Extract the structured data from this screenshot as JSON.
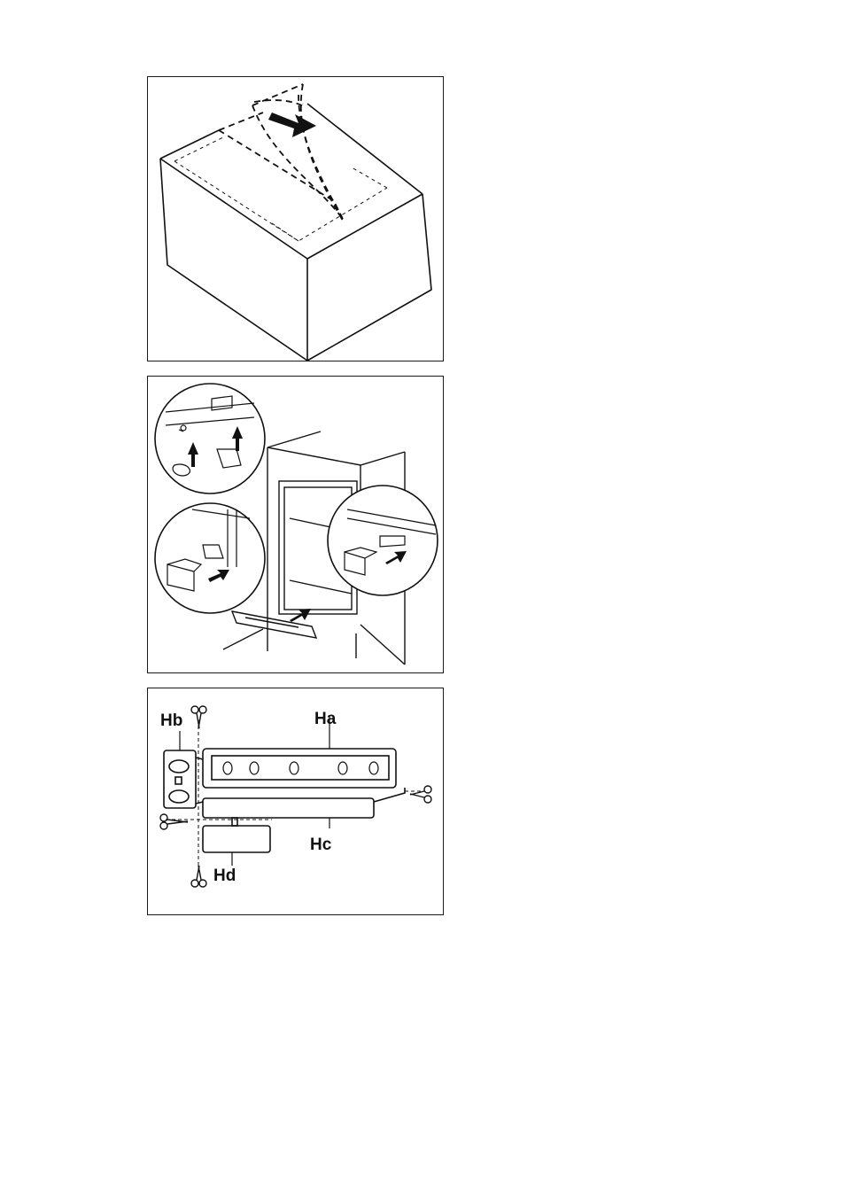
{
  "figures": [
    {
      "id": "box-unpacking",
      "labels": []
    },
    {
      "id": "transit-protection-removal",
      "labels": []
    },
    {
      "id": "hinge-cover-parts",
      "labels": [
        "Ha",
        "Hb",
        "Hc",
        "Hd"
      ]
    }
  ],
  "cut_labels": {
    "ha": "Ha",
    "hb": "Hb",
    "hc": "Hc",
    "hd": "Hd"
  },
  "icons": [
    "arrow-icon",
    "scissors-icon"
  ]
}
